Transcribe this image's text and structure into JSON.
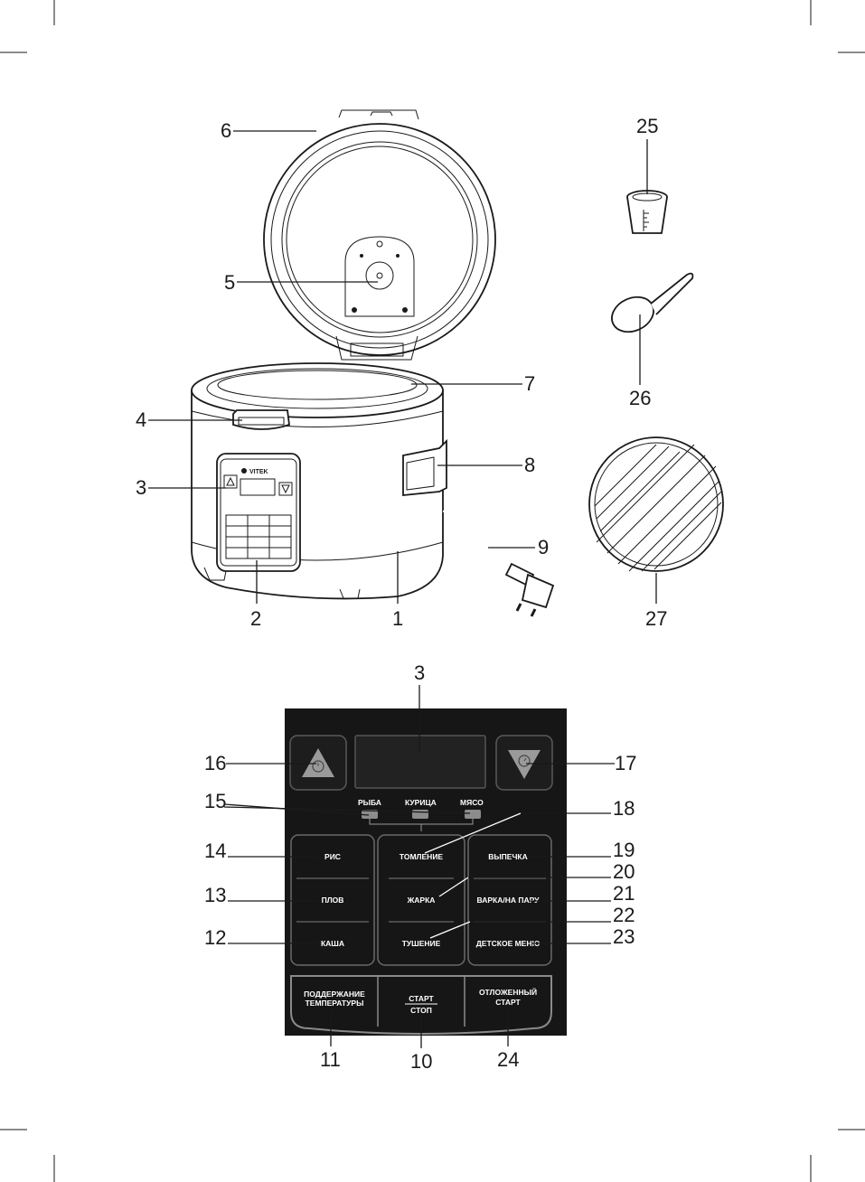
{
  "callouts": {
    "c1": "1",
    "c2": "2",
    "c3": "3",
    "c4": "4",
    "c5": "5",
    "c6": "6",
    "c7": "7",
    "c8": "8",
    "c9": "9",
    "c25": "25",
    "c26": "26",
    "c27": "27",
    "p3": "3",
    "p10": "10",
    "p11": "11",
    "p12": "12",
    "p13": "13",
    "p14": "14",
    "p15": "15",
    "p16": "16",
    "p17": "17",
    "p18": "18",
    "p19": "19",
    "p20": "20",
    "p21": "21",
    "p22": "22",
    "p23": "23",
    "p24": "24"
  },
  "device": {
    "brand": "VITEK"
  },
  "panel": {
    "indicators": {
      "fish": "РЫБА",
      "chicken": "КУРИЦА",
      "meat": "МЯСО"
    },
    "left_buttons": {
      "rice": "РИС",
      "pilaf": "ПЛОВ",
      "porridge": "КАША"
    },
    "middle_buttons": {
      "simmer": "ТОМЛЕНИЕ",
      "fry": "ЖАРКА",
      "stew": "ТУШЕНИЕ"
    },
    "right_buttons": {
      "bake": "ВЫПЕЧКА",
      "steam": "ВАРКА/НА ПАРУ",
      "baby": "ДЕТСКОЕ МЕНЮ"
    },
    "keep_warm": {
      "line1": "ПОДДЕРЖАНИЕ",
      "line2": "ТЕМПЕРАТУРЫ"
    },
    "start_stop": {
      "line1": "СТАРТ",
      "line2": "СТОП"
    },
    "delay_start": {
      "line1": "ОТЛОЖЕННЫЙ",
      "line2": "СТАРТ"
    }
  },
  "colors": {
    "panel_bg": "#161616",
    "outline": "#1a1a1a",
    "button_text": "#ffffff"
  }
}
